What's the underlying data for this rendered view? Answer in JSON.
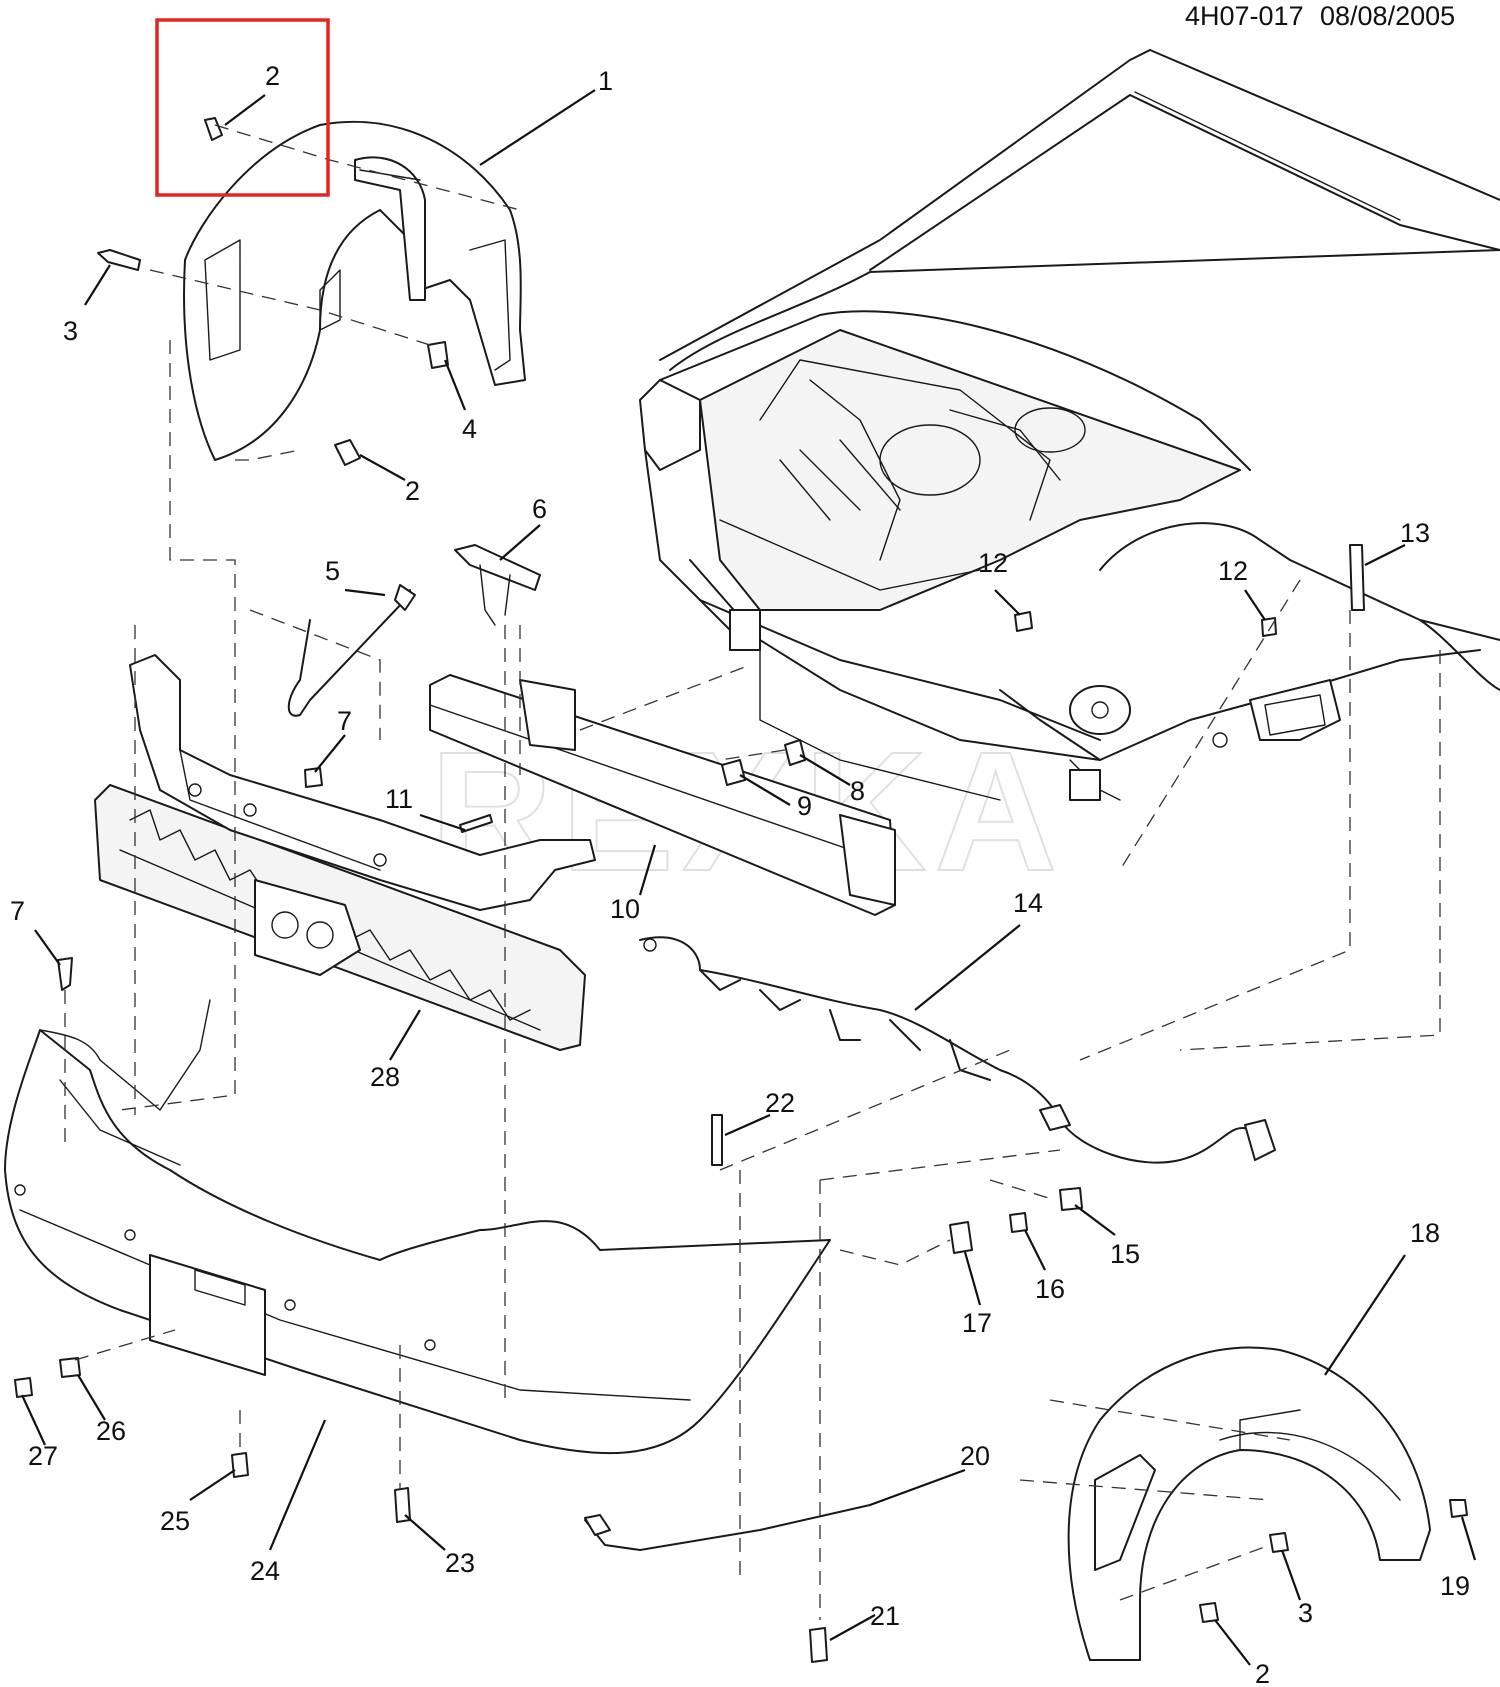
{
  "header": {
    "drawing_id": "4H07-017",
    "date": "08/08/2005"
  },
  "watermark": "REXKA",
  "highlight": {
    "callout": "2",
    "color": "#e3261f"
  },
  "callouts": [
    "1",
    "2",
    "3",
    "4",
    "2",
    "5",
    "6",
    "7",
    "8",
    "9",
    "10",
    "11",
    "12",
    "12",
    "13",
    "14",
    "7",
    "28",
    "22",
    "15",
    "16",
    "17",
    "18",
    "19",
    "20",
    "21",
    "23",
    "24",
    "25",
    "26",
    "27",
    "2",
    "3"
  ]
}
